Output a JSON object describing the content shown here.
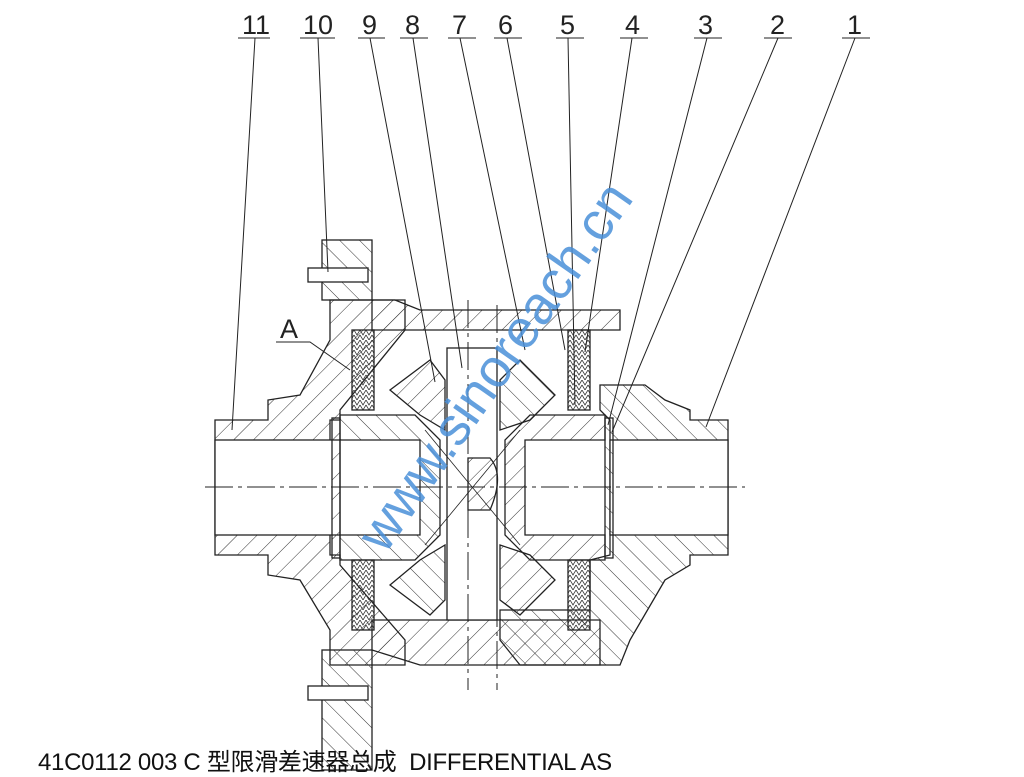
{
  "drawing": {
    "callouts": [
      "11",
      "10",
      "9",
      "8",
      "7",
      "6",
      "5",
      "4",
      "3",
      "2",
      "1"
    ],
    "section_label": "A",
    "watermark": "www.sinoreach.cn",
    "watermark_color": "#4a90d9"
  },
  "caption": "41C0112 003 C 型限滑差速器总成  DIFFERENTIAL AS"
}
